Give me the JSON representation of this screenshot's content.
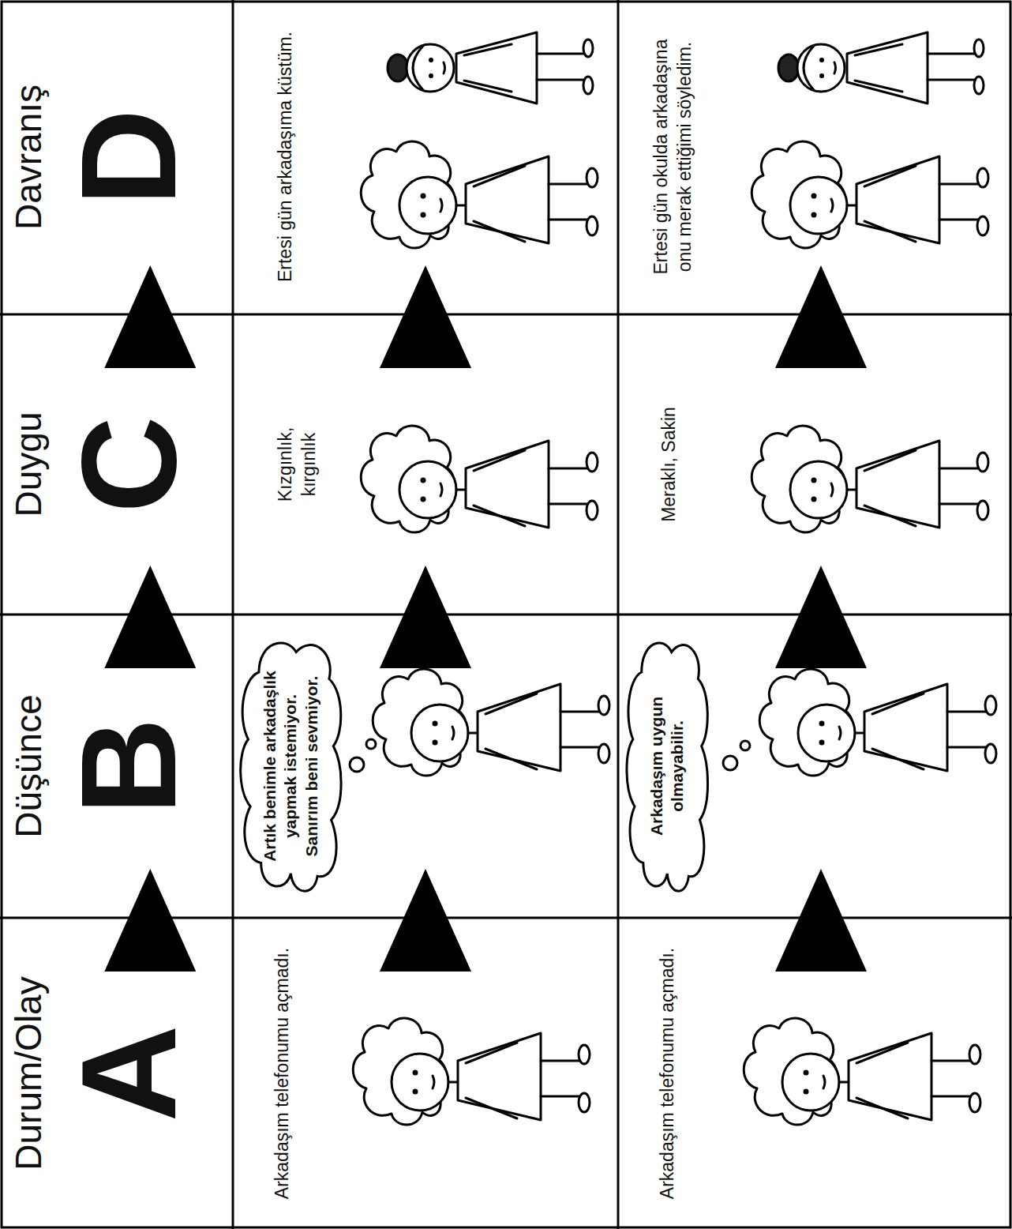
{
  "diagram": {
    "nodes": [
      {
        "text": [
          "Durum/Olay",
          "A"
        ]
      },
      {
        "text": [
          "Düşünce",
          "B"
        ]
      },
      {
        "text": [
          "Duygu",
          "C"
        ]
      },
      {
        "text": [
          "Davranış",
          "D"
        ]
      },
      {
        "text": [
          "Arkadaşım telefonumu açmadı."
        ]
      },
      {
        "text": [
          "Artık benimle arkadaşlık yapmak istemiyor. Sanırım beni sevmiyor."
        ]
      },
      {
        "text": [
          "Kızgınlık, kırgınlık"
        ]
      },
      {
        "text": [
          "Ertesi gün arkadaşıma küstüm."
        ]
      },
      {
        "text": [
          "Arkadaşım telefonumu açmadı."
        ]
      },
      {
        "text": [
          "Arkadaşım uygun olmayabilir."
        ]
      },
      {
        "text": [
          "Meraklı, Sakin"
        ]
      },
      {
        "text": [
          "Ertesi gün okulda arkadaşına onu merak ettiğimi söyledim."
        ]
      }
    ],
    "edges": [
      {
        "from": 0,
        "to": 1,
        "arrow": "to"
      },
      {
        "from": 1,
        "to": 2,
        "arrow": "to"
      },
      {
        "from": 2,
        "to": 3,
        "arrow": "to"
      },
      {
        "from": 4,
        "to": 5,
        "arrow": "to"
      },
      {
        "from": 5,
        "to": 6,
        "arrow": "to"
      },
      {
        "from": 6,
        "to": 7,
        "arrow": "to"
      },
      {
        "from": 8,
        "to": 9,
        "arrow": "to"
      },
      {
        "from": 9,
        "to": 10,
        "arrow": "to"
      },
      {
        "from": 10,
        "to": 11,
        "arrow": "to"
      }
    ]
  }
}
